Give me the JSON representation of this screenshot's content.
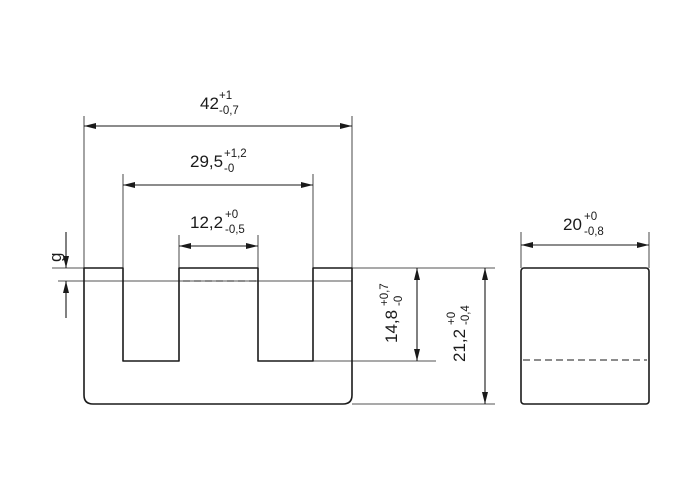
{
  "drawing": {
    "front_view": {
      "overall_width": {
        "nominal": "42",
        "upper": "+1",
        "lower": "-0,7"
      },
      "outer_leg_inner_width": {
        "nominal": "29,5",
        "upper": "+1,2",
        "lower": "-0"
      },
      "center_leg_width": {
        "nominal": "12,2",
        "upper": "+0",
        "lower": "-0,5"
      },
      "window_height": {
        "nominal": "14,8",
        "upper": "+0,7",
        "lower": "-0"
      },
      "overall_height": {
        "nominal": "21,2",
        "upper": "+0",
        "lower": "-0,4"
      },
      "gap_label": "g"
    },
    "side_view": {
      "depth": {
        "nominal": "20",
        "upper": "+0",
        "lower": "-0,8"
      }
    }
  }
}
